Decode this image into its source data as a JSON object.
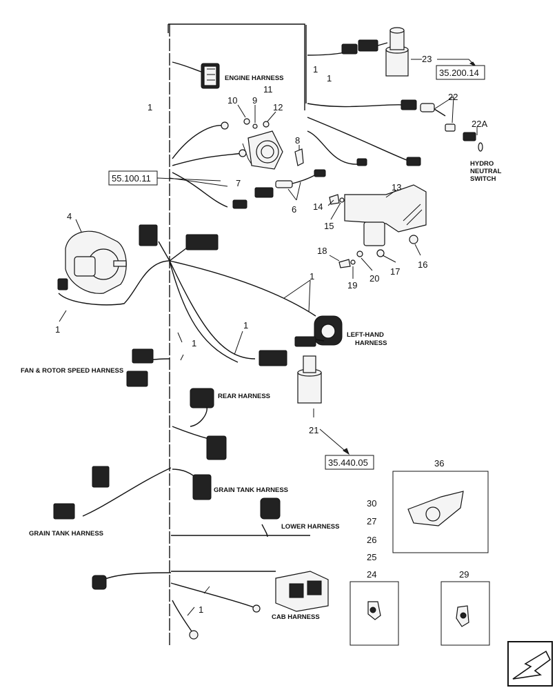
{
  "callouts": {
    "n1a": "1",
    "n1b": "1",
    "n1c": "1",
    "n1d": "1",
    "n1e": "1",
    "n1f": "1",
    "n1g": "1",
    "n1h": "1",
    "n4": "4",
    "n6": "6",
    "n7": "7",
    "n8": "8",
    "n9": "9",
    "n10": "10",
    "n11": "11",
    "n12": "12",
    "n13": "13",
    "n14": "14",
    "n15": "15",
    "n16": "16",
    "n17": "17",
    "n18": "18",
    "n19": "19",
    "n20": "20",
    "n21": "21",
    "n22": "22",
    "n22A": "22A",
    "n23": "23",
    "n24": "24",
    "n25": "25",
    "n26": "26",
    "n27": "27",
    "n29": "29",
    "n30": "30",
    "n36": "36"
  },
  "harness_labels": {
    "engine": "ENGINE HARNESS",
    "hydro_1": "HYDRO",
    "hydro_2": "NEUTRAL",
    "hydro_3": "SWITCH",
    "left_hand_1": "LEFT-HAND",
    "left_hand_2": "HARNESS",
    "fan_rotor": "FAN & ROTOR SPEED HARNESS",
    "rear": "REAR HARNESS",
    "grain_tank_right": "GRAIN TANK HARNESS",
    "grain_tank_left": "GRAIN TANK HARNESS",
    "lower": "LOWER HARNESS",
    "cab": "CAB HARNESS"
  },
  "references": {
    "ref_35_200_14": "35.200.14",
    "ref_55_100_11": "55.100.11",
    "ref_35_440_05": "35.440.05"
  },
  "icons": {
    "nav": "arrow-left-icon"
  }
}
